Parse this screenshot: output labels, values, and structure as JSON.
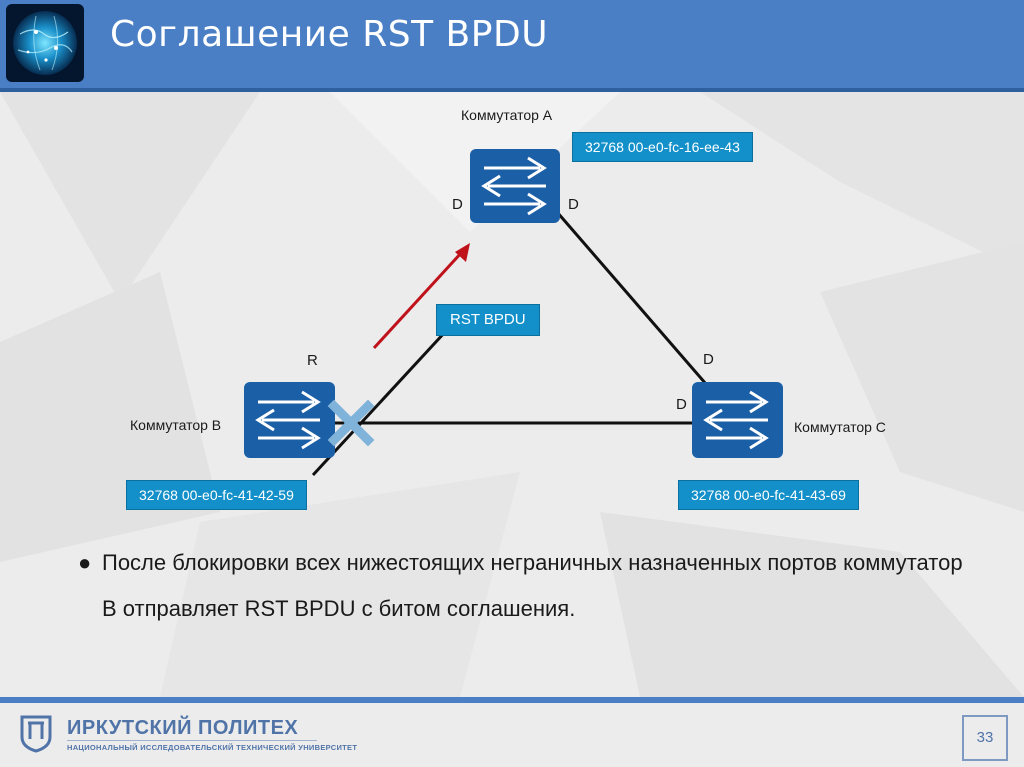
{
  "header": {
    "title": "Соглашение RST BPDU"
  },
  "diagram": {
    "switches": [
      {
        "id": "A",
        "label": "Коммутатор A",
        "bridge_id": "32768 00-e0-fc-16-ee-43"
      },
      {
        "id": "B",
        "label": "Коммутатор B",
        "bridge_id": "32768 00-e0-fc-41-42-59"
      },
      {
        "id": "C",
        "label": "Коммутатор C",
        "bridge_id": "32768 00-e0-fc-41-43-69"
      }
    ],
    "ports": {
      "a_left": "D",
      "a_right": "D",
      "b_top": "R",
      "c_top": "D",
      "c_left": "D"
    },
    "message": "RST BPDU",
    "colors": {
      "switch": "#1b5fa6",
      "box": "#1390c9",
      "arrow": "#c0121b",
      "blocked": "#7fb3d9",
      "link": "#111111"
    }
  },
  "bullets": [
    "После блокировки всех нижестоящих неграничных назначенных портов коммутатор B отправляет RST BPDU с битом соглашения."
  ],
  "footer": {
    "brand": "ИРКУТСКИЙ ПОЛИТЕХ",
    "subtitle": "НАЦИОНАЛЬНЫЙ ИССЛЕДОВАТЕЛЬСКИЙ ТЕХНИЧЕСКИЙ УНИВЕРСИТЕТ",
    "page_number": "33"
  }
}
